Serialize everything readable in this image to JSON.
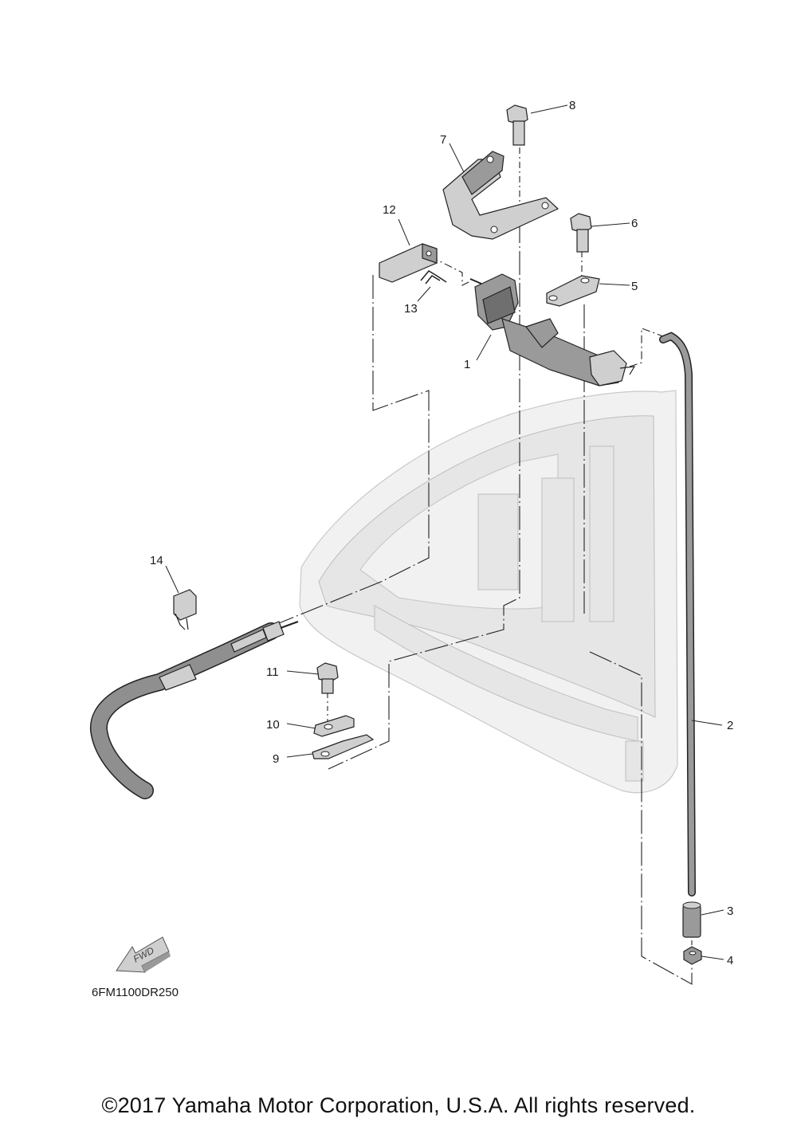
{
  "callouts": [
    {
      "id": "1",
      "label": "1"
    },
    {
      "id": "2",
      "label": "2"
    },
    {
      "id": "3",
      "label": "3"
    },
    {
      "id": "4",
      "label": "4"
    },
    {
      "id": "5",
      "label": "5"
    },
    {
      "id": "6",
      "label": "6"
    },
    {
      "id": "7",
      "label": "7"
    },
    {
      "id": "8",
      "label": "8"
    },
    {
      "id": "9",
      "label": "9"
    },
    {
      "id": "10",
      "label": "10"
    },
    {
      "id": "11",
      "label": "11"
    },
    {
      "id": "12",
      "label": "12"
    },
    {
      "id": "13",
      "label": "13"
    },
    {
      "id": "14",
      "label": "14"
    }
  ],
  "fwd_arrow_label": "FWD",
  "diagram_code": "6FM1100DR250",
  "copyright": "©2017 Yamaha Motor Corporation, U.S.A. All rights reserved."
}
